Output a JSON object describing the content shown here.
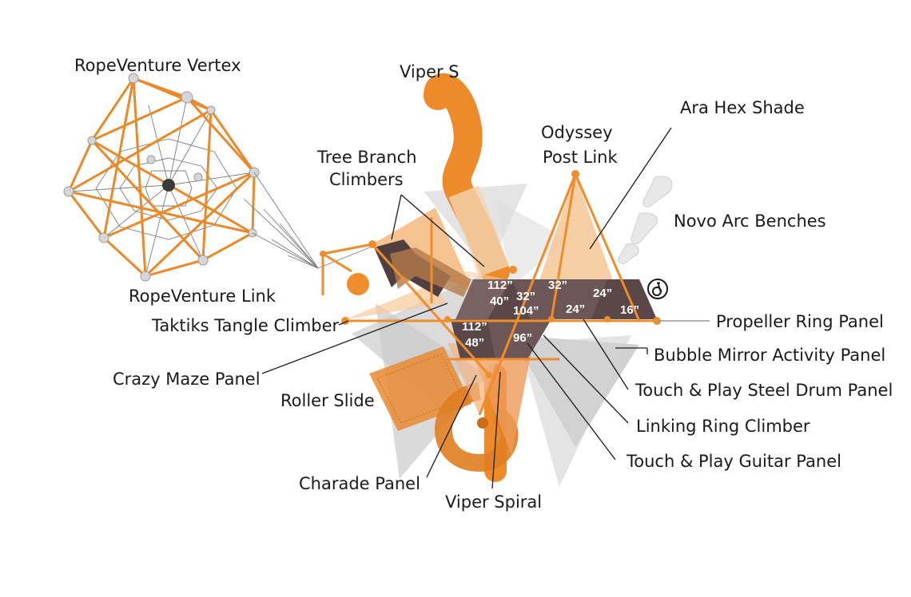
{
  "labels": {
    "ropeventure_vertex": "RopeVenture Vertex",
    "viper_s": "Viper S",
    "ara_hex_shade": "Ara Hex Shade",
    "odyssey_post_link_1": "Odyssey",
    "odyssey_post_link_2": "Post Link",
    "tree_branch_1": "Tree Branch",
    "tree_branch_2": "Climbers",
    "novo_arc_benches": "Novo Arc Benches",
    "ropeventure_link": "RopeVenture Link",
    "taktiks_tangle": "Taktiks Tangle Climber",
    "propeller_ring": "Propeller Ring Panel",
    "bubble_mirror": "Bubble Mirror Activity Panel",
    "crazy_maze": "Crazy Maze Panel",
    "steel_drum": "Touch & Play Steel Drum Panel",
    "roller_slide": "Roller Slide",
    "linking_ring": "Linking Ring Climber",
    "guitar_panel": "Touch & Play Guitar Panel",
    "charade_panel": "Charade Panel",
    "viper_spiral": "Viper Spiral"
  },
  "deck_heights": {
    "h112_top": "112”",
    "h40": "40”",
    "h32_a": "32”",
    "h32_b": "32”",
    "h104": "104”",
    "h24_a": "24”",
    "h24_b": "24”",
    "h16": "16”",
    "h112_bottom": "112”",
    "h48": "48”",
    "h96": "96”"
  },
  "icons": {
    "accessibility": "wheelchair-icon"
  },
  "colors": {
    "orange": "#ef8d2c",
    "light_orange": "#f6c99a",
    "deck_dark": "#5a4848",
    "shade_gray": "#c8c8c8"
  }
}
